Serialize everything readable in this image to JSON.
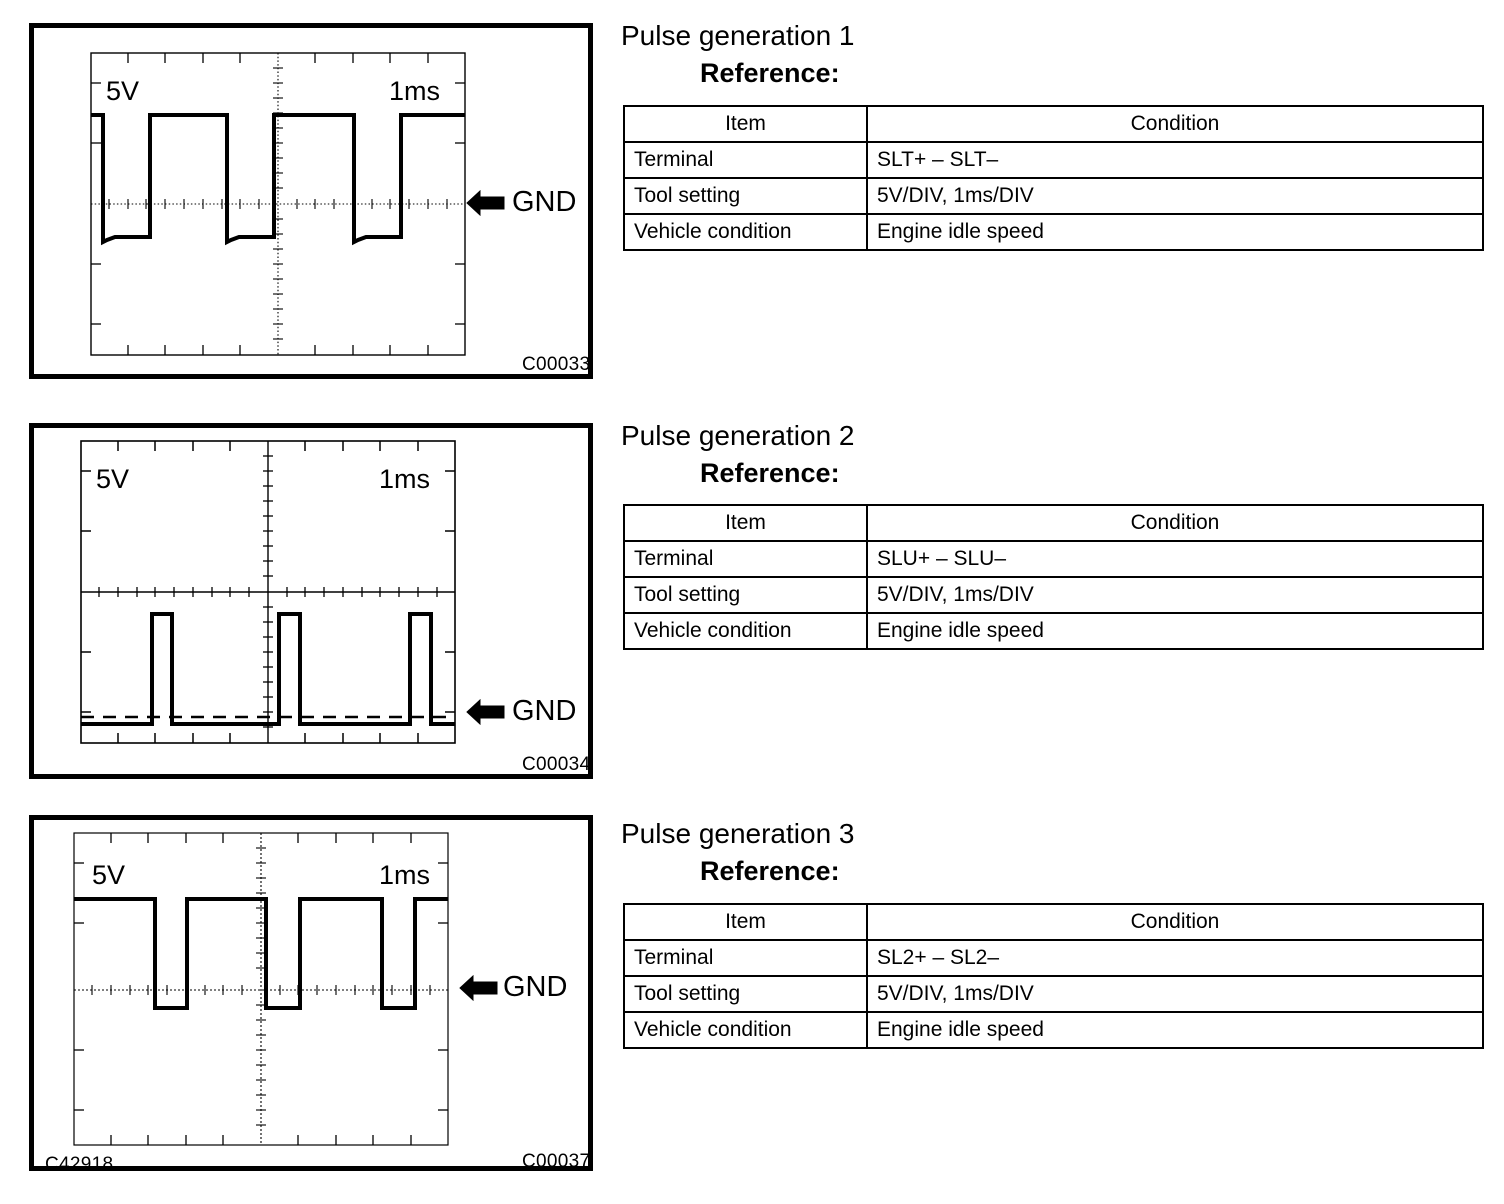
{
  "sections": [
    {
      "title": "Pulse generation 1",
      "reference_label": "Reference:",
      "scope": {
        "volt_label": "5V",
        "time_label": "1ms",
        "gnd_label": "GND",
        "code": "C00033",
        "corner_code": ""
      },
      "table": {
        "headers": [
          "Item",
          "Condition"
        ],
        "rows": [
          [
            "Terminal",
            "SLT+ – SLT–"
          ],
          [
            "Tool setting",
            "5V/DIV, 1ms/DIV"
          ],
          [
            "Vehicle condition",
            "Engine idle speed"
          ]
        ]
      }
    },
    {
      "title": "Pulse generation 2",
      "reference_label": "Reference:",
      "scope": {
        "volt_label": "5V",
        "time_label": "1ms",
        "gnd_label": "GND",
        "code": "C00034",
        "corner_code": ""
      },
      "table": {
        "headers": [
          "Item",
          "Condition"
        ],
        "rows": [
          [
            "Terminal",
            "SLU+ – SLU–"
          ],
          [
            "Tool setting",
            "5V/DIV, 1ms/DIV"
          ],
          [
            "Vehicle condition",
            "Engine idle speed"
          ]
        ]
      }
    },
    {
      "title": "Pulse generation 3",
      "reference_label": "Reference:",
      "scope": {
        "volt_label": "5V",
        "time_label": "1ms",
        "gnd_label": "GND",
        "code": "C00037",
        "corner_code": "C42918"
      },
      "table": {
        "headers": [
          "Item",
          "Condition"
        ],
        "rows": [
          [
            "Terminal",
            "SL2+ – SL2–"
          ],
          [
            "Tool setting",
            "5V/DIV, 1ms/DIV"
          ],
          [
            "Vehicle condition",
            "Engine idle speed"
          ]
        ]
      }
    }
  ],
  "chart_data": [
    {
      "type": "line",
      "name": "pulse-generation-1-waveform",
      "title": "Pulse generation 1",
      "xlabel": "1ms/DIV",
      "ylabel": "5V/DIV",
      "description": "Square wave, high above GND, low below GND with small undershoot at each falling edge",
      "gnd_level_v": 0,
      "high_level_v": 5,
      "low_level_v": -2,
      "period_ms": 3.4,
      "duty_high_pct": 58,
      "x": [
        0,
        0.4,
        0.4,
        1.7,
        1.7,
        2.1,
        2.1,
        3.4,
        3.4,
        3.8,
        3.8,
        5.1,
        5.1,
        5.5,
        5.5,
        6.8
      ],
      "y": [
        5,
        5,
        -2,
        -2,
        5,
        5,
        -2,
        -2,
        5,
        5,
        -2,
        -2,
        5,
        5,
        -2,
        -2
      ],
      "grid": true,
      "legend": "none"
    },
    {
      "type": "line",
      "name": "pulse-generation-2-waveform",
      "title": "Pulse generation 2",
      "xlabel": "1ms/DIV",
      "ylabel": "5V/DIV",
      "description": "Narrow positive pulses from a baseline just below the dashed GND reference line",
      "gnd_level_v": 0,
      "baseline_level_v": -0.3,
      "pulse_peak_v": 5,
      "period_ms": 3.4,
      "pulse_width_ms": 0.55,
      "x": [
        0,
        1.75,
        1.75,
        2.3,
        2.3,
        5.15,
        5.15,
        5.7,
        5.7,
        8.5,
        8.5,
        9.05,
        9.05,
        10
      ],
      "y": [
        -0.3,
        -0.3,
        5,
        5,
        -0.3,
        -0.3,
        5,
        5,
        -0.3,
        -0.3,
        5,
        5,
        -0.3,
        -0.3
      ],
      "grid": true,
      "legend": "none"
    },
    {
      "type": "line",
      "name": "pulse-generation-3-waveform",
      "title": "Pulse generation 3",
      "xlabel": "1ms/DIV",
      "ylabel": "5V/DIV",
      "description": "Square wave with high level well above GND and low level just below GND",
      "gnd_level_v": 0,
      "high_level_v": 5,
      "low_level_v": -0.7,
      "period_ms": 3.0,
      "duty_high_pct": 70,
      "x": [
        0,
        2.0,
        2.0,
        3.0,
        3.0,
        5.0,
        5.0,
        6.0,
        6.0,
        8.0,
        8.0,
        9.0,
        9.0,
        10
      ],
      "y": [
        5,
        5,
        -0.7,
        -0.7,
        5,
        5,
        -0.7,
        -0.7,
        5,
        5,
        -0.7,
        -0.7,
        5,
        5
      ],
      "grid": true,
      "legend": "none"
    }
  ]
}
